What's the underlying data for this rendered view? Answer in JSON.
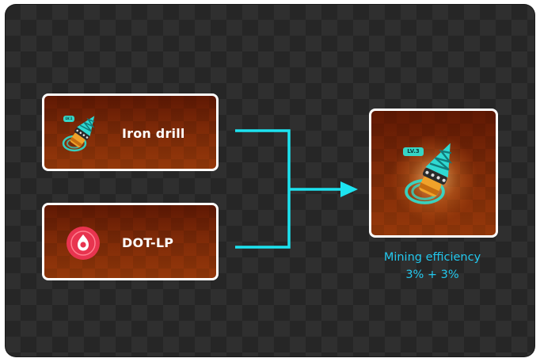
{
  "inputs": [
    {
      "label": "Iron drill",
      "icon": "drill-icon",
      "badge": "LV.1"
    },
    {
      "label": "DOT-LP",
      "icon": "dot-token-icon"
    }
  ],
  "result": {
    "icon": "drill-icon",
    "badge": "LV.3",
    "stat_label": "Mining efficiency",
    "stat_value": "3% + 3%"
  },
  "colors": {
    "accent": "#1de3f0",
    "text_accent": "#22c8ee",
    "card_bg": "#7e2a08",
    "token_red": "#e8344f"
  }
}
